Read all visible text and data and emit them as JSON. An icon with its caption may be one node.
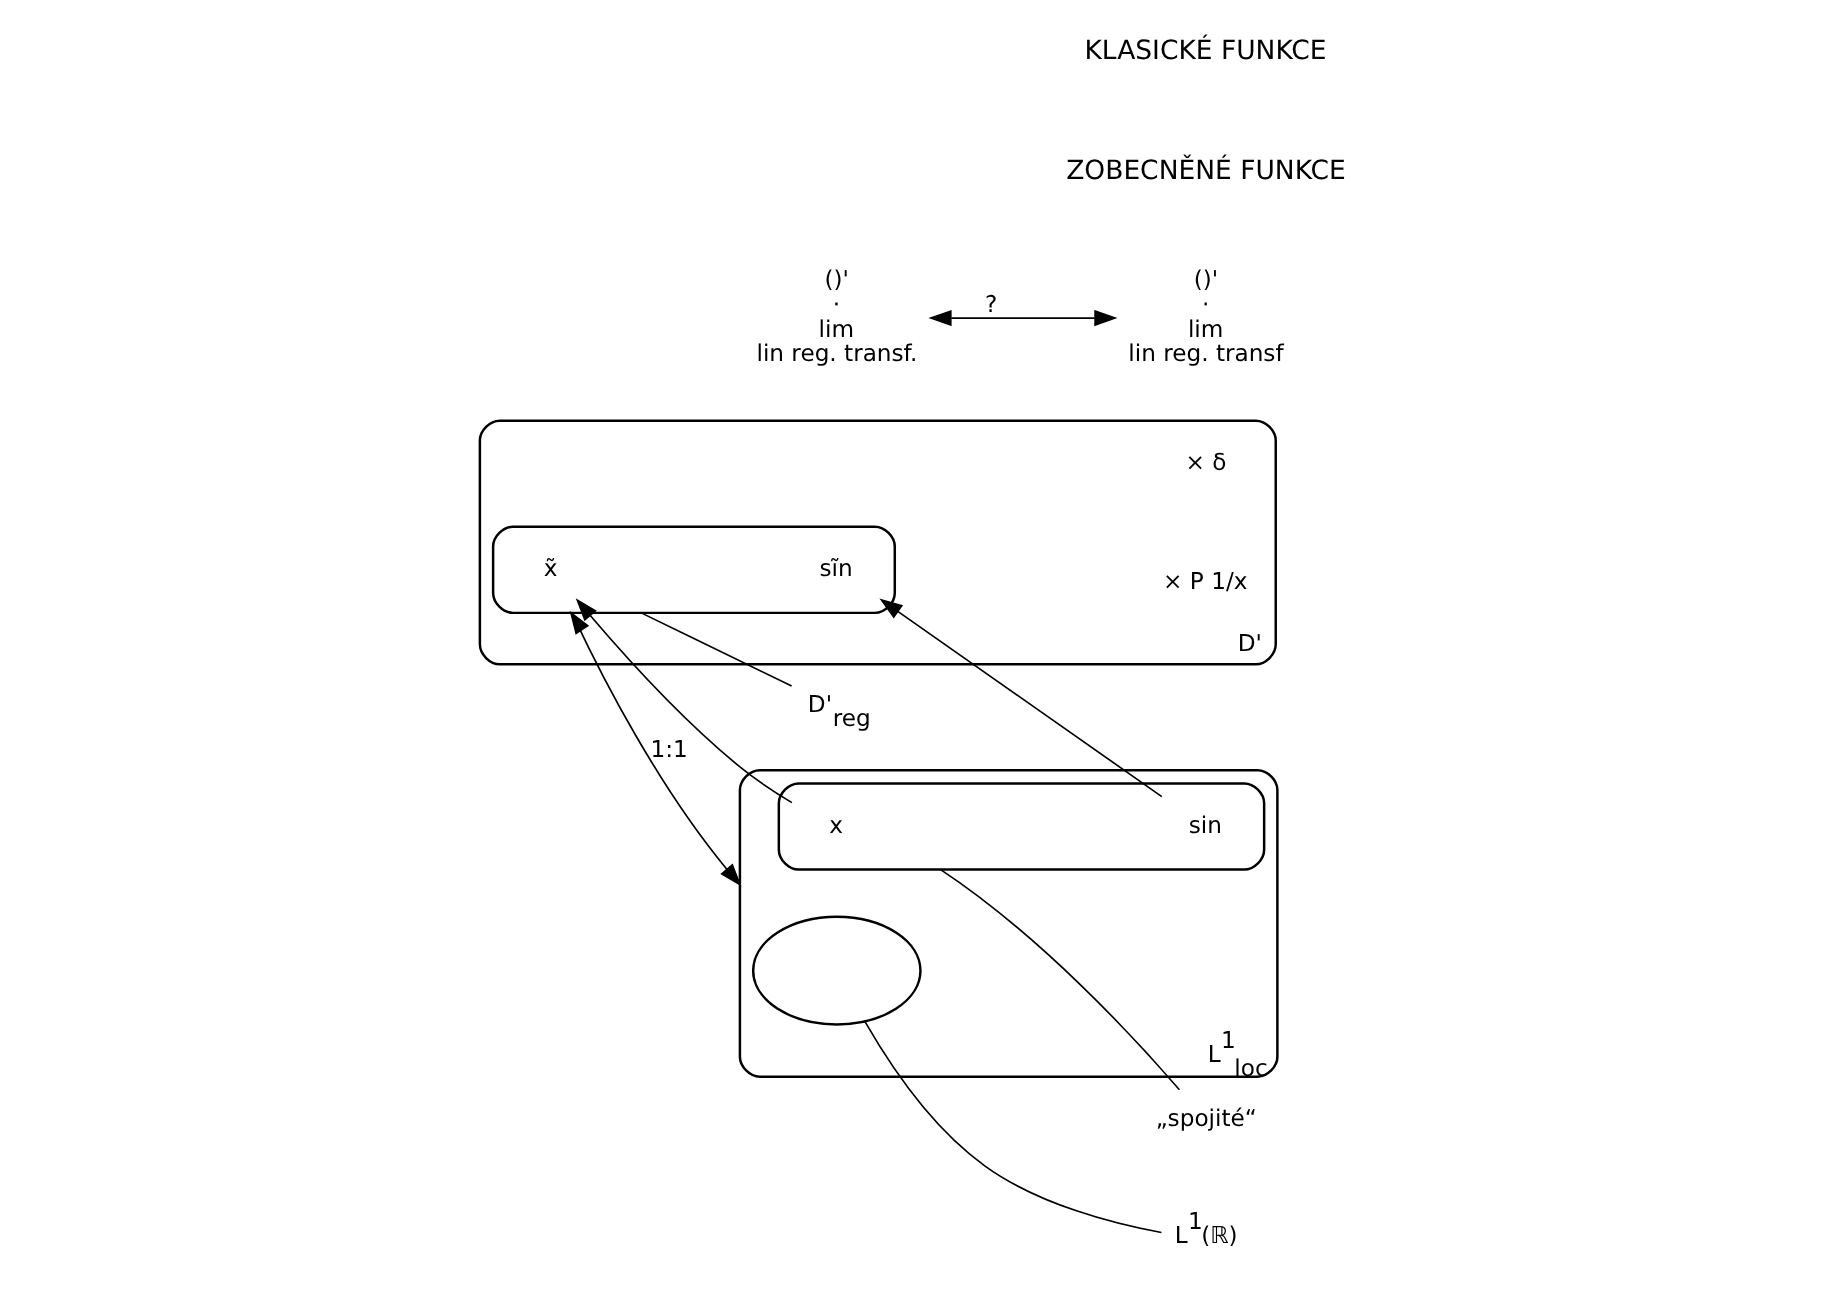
{
  "diagram": {
    "nodes": [
      {
        "text": [
          "D'"
        ]
      },
      {
        "text": [
          "× δ"
        ],
        "in": 0
      },
      {
        "text": [
          "× P 1/x"
        ],
        "in": 0
      },
      {
        "text": [],
        "shape": "cloud",
        "in": 0
      },
      {
        "text": [
          "sĩn"
        ],
        "in": 3
      },
      {
        "text": [
          "x̃"
        ],
        "in": 3
      },
      {
        "text": [
          "D'$_{reg}$"
        ]
      },
      {
        "text": [
          "L$^{1}$$_{loc}$"
        ]
      },
      {
        "text": [],
        "shape": "cloud",
        "in": 7
      },
      {
        "text": [
          "sin"
        ],
        "in": 8
      },
      {
        "text": [
          "x"
        ],
        "in": 8
      },
      {
        "text": [],
        "shape": "cloud",
        "in": 7
      },
      {
        "text": [
          "„spojité“"
        ]
      },
      {
        "text": [
          "L$^{1}$(ℝ)"
        ]
      },
      {
        "text": [
          "()'",
          "·",
          "lim",
          "lin reg. transf."
        ]
      },
      {
        "text": [
          "()'",
          "·",
          "lim",
          "lin reg. transf"
        ]
      }
    ],
    "edges": [
      {
        "from": 6,
        "to": 3,
        "arrow": "none"
      },
      {
        "from": 7,
        "to": 3,
        "arrow": "both",
        "label": "1:1"
      },
      {
        "from": 9,
        "to": 4,
        "arrow": "to"
      },
      {
        "from": 10,
        "to": 5,
        "arrow": "to"
      },
      {
        "from": 12,
        "to": 8,
        "arrow": "none"
      },
      {
        "from": 13,
        "to": 11,
        "arrow": "none"
      },
      {
        "from": 14,
        "to": 15,
        "arrow": "both",
        "label": "?"
      }
    ],
    "labels": [
      "ZOBECNĚNÉ FUNKCE",
      "KLASICKÉ FUNKCE"
    ]
  }
}
